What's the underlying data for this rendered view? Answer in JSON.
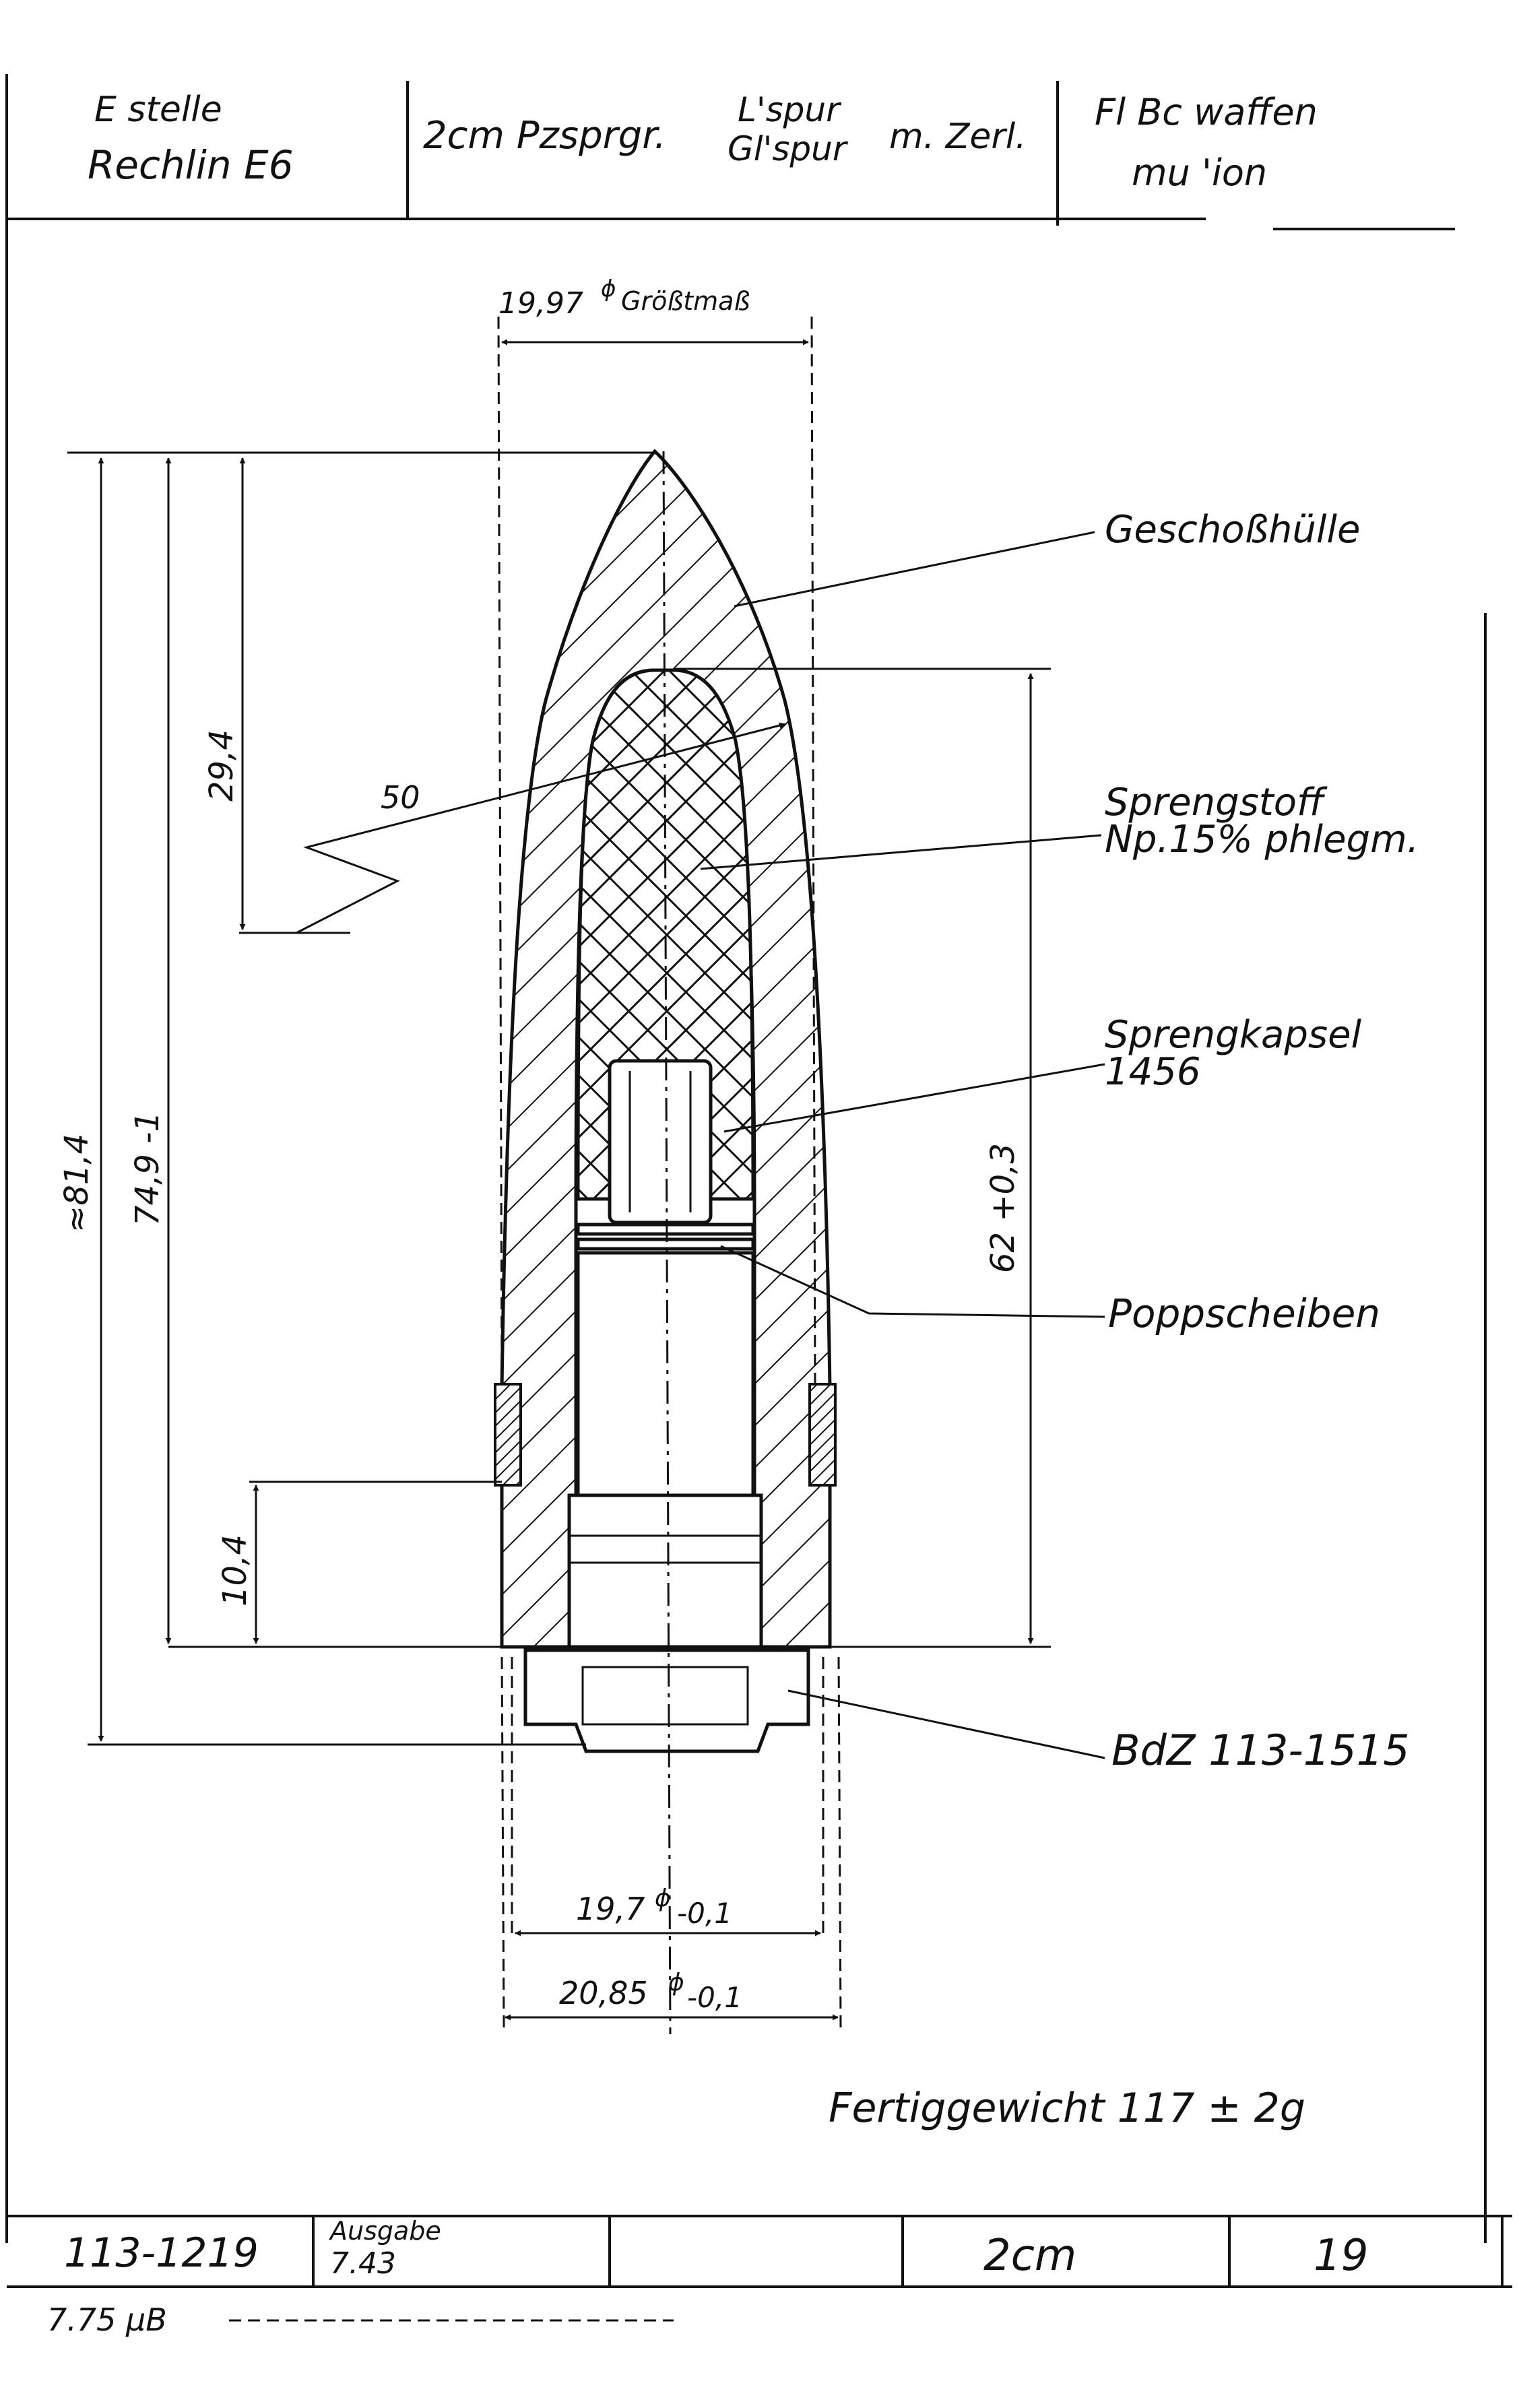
{
  "header": {
    "cell1_line1": "E stelle",
    "cell1_line2": "Rechlin E6",
    "cell2_main": "2cm Pzsprgr.",
    "cell2_upper": "L'spur",
    "cell2_lower": "Gl'spur",
    "cell2_suffix": "m. Zerl.",
    "cell3_line1": "Fl Bc  waffen",
    "cell3_line2": "mu   'ion"
  },
  "dimensions": {
    "top_width": "19,97",
    "top_width_note": "Größtmaß",
    "nose_length": "29,4",
    "nose_radius": "50",
    "overall_length": "≈81,4",
    "body_length": "74,9 -1",
    "band_height": "10,4",
    "charge_length": "62 +0,3",
    "base_dia_1": "19,7",
    "base_dia_1_tol": "-0,1",
    "base_dia_2": "20,85",
    "base_dia_2_tol": "-0,1"
  },
  "labels": {
    "shell": "Geschoßhülle",
    "explosive_line1": "Sprengstoff",
    "explosive_line2": "Np.15% phlegm.",
    "detonator_line1": "Sprengkapsel",
    "detonator_line2": "1456",
    "discs": "Poppscheiben",
    "fuze": "BdZ 113-1515"
  },
  "weight": {
    "text": "Fertiggewicht 117 ± 2g"
  },
  "footer": {
    "drawing_no": "113-1219",
    "issue_label": "Ausgabe",
    "issue_date": "7.43",
    "blank": "",
    "caliber": "2cm",
    "sheet": "19",
    "below_note": "7.75 μB"
  }
}
